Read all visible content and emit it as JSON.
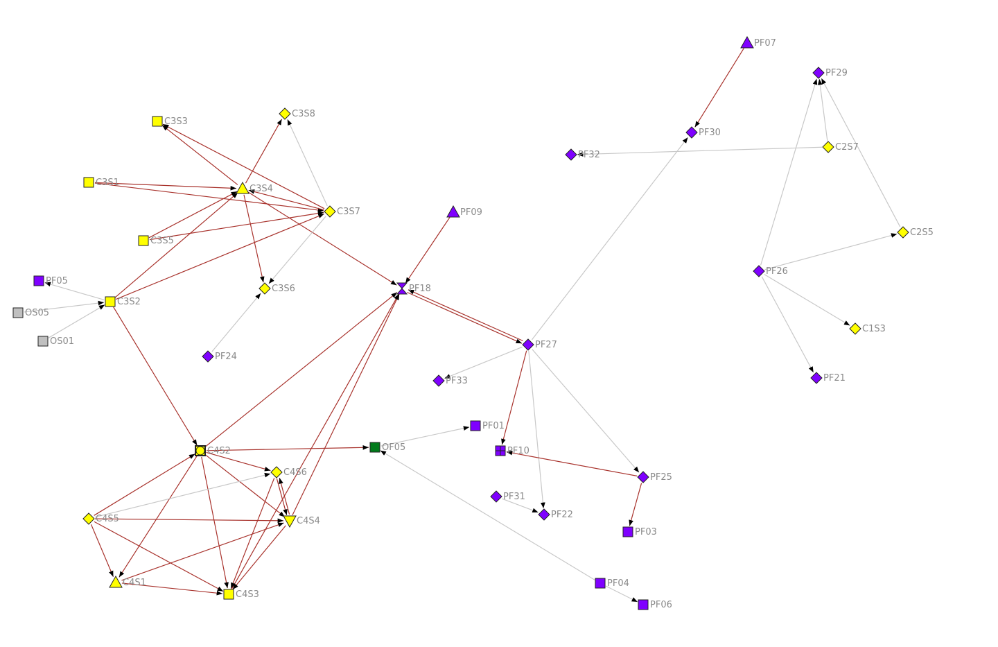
{
  "graph": {
    "colors": {
      "yellow": "#ffff00",
      "purple": "#7f00ff",
      "gray": "#c0c0c0",
      "green": "#007a1a",
      "edge_red": "#a8322c",
      "edge_gray": "#c8c8c8",
      "label": "#8a8a8a"
    },
    "nodes": [
      {
        "id": "PF07",
        "label": "PF07",
        "shape": "triangle",
        "color": "purple"
      },
      {
        "id": "PF29",
        "label": "PF29",
        "shape": "diamond",
        "color": "purple"
      },
      {
        "id": "PF30",
        "label": "PF30",
        "shape": "diamond",
        "color": "purple"
      },
      {
        "id": "C2S7",
        "label": "C2S7",
        "shape": "diamond",
        "color": "yellow"
      },
      {
        "id": "PF32",
        "label": "PF32",
        "shape": "diamond",
        "color": "purple"
      },
      {
        "id": "C2S5",
        "label": "C2S5",
        "shape": "diamond",
        "color": "yellow"
      },
      {
        "id": "PF26",
        "label": "PF26",
        "shape": "diamond",
        "color": "purple"
      },
      {
        "id": "C1S3",
        "label": "C1S3",
        "shape": "diamond",
        "color": "yellow"
      },
      {
        "id": "PF21",
        "label": "PF21",
        "shape": "diamond",
        "color": "purple"
      },
      {
        "id": "PF09",
        "label": "PF09",
        "shape": "triangle",
        "color": "purple"
      },
      {
        "id": "PF18",
        "label": "PF18",
        "shape": "hourglass",
        "color": "purple"
      },
      {
        "id": "PF27",
        "label": "PF27",
        "shape": "diamond",
        "color": "purple"
      },
      {
        "id": "PF33",
        "label": "PF33",
        "shape": "diamond",
        "color": "purple"
      },
      {
        "id": "PF01",
        "label": "PF01",
        "shape": "square",
        "color": "purple"
      },
      {
        "id": "PF10",
        "label": "PF10",
        "shape": "gridsquare",
        "color": "purple"
      },
      {
        "id": "PF25",
        "label": "PF25",
        "shape": "diamond",
        "color": "purple"
      },
      {
        "id": "PF31",
        "label": "PF31",
        "shape": "diamond",
        "color": "purple"
      },
      {
        "id": "PF22",
        "label": "PF22",
        "shape": "diamond",
        "color": "purple"
      },
      {
        "id": "PF03",
        "label": "PF03",
        "shape": "square",
        "color": "purple"
      },
      {
        "id": "PF04",
        "label": "PF04",
        "shape": "square",
        "color": "purple"
      },
      {
        "id": "PF06",
        "label": "PF06",
        "shape": "square",
        "color": "purple"
      },
      {
        "id": "OF05",
        "label": "OF05",
        "shape": "square",
        "color": "green"
      },
      {
        "id": "C3S3",
        "label": "C3S3",
        "shape": "square",
        "color": "yellow"
      },
      {
        "id": "C3S8",
        "label": "C3S8",
        "shape": "diamond",
        "color": "yellow"
      },
      {
        "id": "C3S1",
        "label": "C3S1",
        "shape": "square",
        "color": "yellow"
      },
      {
        "id": "C3S4",
        "label": "C3S4",
        "shape": "triangle",
        "color": "yellow"
      },
      {
        "id": "C3S7",
        "label": "C3S7",
        "shape": "diamond",
        "color": "yellow"
      },
      {
        "id": "C3S5",
        "label": "C3S5",
        "shape": "square",
        "color": "yellow"
      },
      {
        "id": "C3S6",
        "label": "C3S6",
        "shape": "diamond",
        "color": "yellow"
      },
      {
        "id": "C3S2",
        "label": "C3S2",
        "shape": "square",
        "color": "yellow"
      },
      {
        "id": "PF05",
        "label": "PF05",
        "shape": "square",
        "color": "purple"
      },
      {
        "id": "OS05",
        "label": "OS05",
        "shape": "square",
        "color": "gray"
      },
      {
        "id": "OS01",
        "label": "OS01",
        "shape": "square",
        "color": "gray"
      },
      {
        "id": "PF24",
        "label": "PF24",
        "shape": "diamond",
        "color": "purple"
      },
      {
        "id": "C4S2",
        "label": "C4S2",
        "shape": "circlesquare",
        "color": "yellow"
      },
      {
        "id": "C4S6",
        "label": "C4S6",
        "shape": "diamond",
        "color": "yellow"
      },
      {
        "id": "C4S5",
        "label": "C4S5",
        "shape": "diamond",
        "color": "yellow"
      },
      {
        "id": "C4S4",
        "label": "C4S4",
        "shape": "downtriangle",
        "color": "yellow"
      },
      {
        "id": "C4S1",
        "label": "C4S1",
        "shape": "triangle",
        "color": "yellow"
      },
      {
        "id": "C4S3",
        "label": "C4S3",
        "shape": "square",
        "color": "yellow"
      }
    ],
    "edges": [
      [
        "PF07",
        "PF30",
        "red"
      ],
      [
        "C2S7",
        "PF29",
        "gray"
      ],
      [
        "PF26",
        "PF29",
        "gray"
      ],
      [
        "C2S7",
        "PF32",
        "gray"
      ],
      [
        "C2S5",
        "PF29",
        "gray"
      ],
      [
        "PF26",
        "C2S5",
        "gray"
      ],
      [
        "PF26",
        "C1S3",
        "gray"
      ],
      [
        "PF26",
        "PF21",
        "gray"
      ],
      [
        "PF27",
        "PF30",
        "gray"
      ],
      [
        "PF09",
        "PF18",
        "red"
      ],
      [
        "PF27",
        "PF18",
        "red"
      ],
      [
        "PF18",
        "PF27",
        "red"
      ],
      [
        "C3S4",
        "PF18",
        "red"
      ],
      [
        "C4S2",
        "PF18",
        "red"
      ],
      [
        "C4S4",
        "PF18",
        "red"
      ],
      [
        "C4S3",
        "PF18",
        "red"
      ],
      [
        "PF27",
        "PF33",
        "gray"
      ],
      [
        "PF27",
        "PF10",
        "red"
      ],
      [
        "PF27",
        "PF22",
        "gray"
      ],
      [
        "PF27",
        "PF25",
        "gray"
      ],
      [
        "PF25",
        "PF10",
        "red"
      ],
      [
        "PF25",
        "PF03",
        "red"
      ],
      [
        "PF31",
        "PF22",
        "gray"
      ],
      [
        "OF05",
        "PF01",
        "gray"
      ],
      [
        "PF04",
        "OF05",
        "gray"
      ],
      [
        "PF04",
        "PF06",
        "gray"
      ],
      [
        "C4S2",
        "OF05",
        "red"
      ],
      [
        "C3S2",
        "C4S2",
        "red"
      ],
      [
        "C3S2",
        "PF05",
        "gray"
      ],
      [
        "OS05",
        "C3S2",
        "gray"
      ],
      [
        "OS01",
        "C3S2",
        "gray"
      ],
      [
        "C3S2",
        "C3S4",
        "red"
      ],
      [
        "C3S2",
        "C3S7",
        "red"
      ],
      [
        "C3S4",
        "C3S8",
        "red"
      ],
      [
        "C3S7",
        "C3S8",
        "gray"
      ],
      [
        "C3S4",
        "C3S3",
        "red"
      ],
      [
        "C3S7",
        "C3S3",
        "red"
      ],
      [
        "C3S1",
        "C3S4",
        "red"
      ],
      [
        "C3S1",
        "C3S7",
        "red"
      ],
      [
        "C3S5",
        "C3S4",
        "red"
      ],
      [
        "C3S5",
        "C3S7",
        "red"
      ],
      [
        "C3S7",
        "C3S4",
        "red"
      ],
      [
        "C3S4",
        "C3S6",
        "red"
      ],
      [
        "C3S7",
        "C3S6",
        "gray"
      ],
      [
        "PF24",
        "C3S6",
        "gray"
      ],
      [
        "C4S2",
        "C4S6",
        "red"
      ],
      [
        "C4S2",
        "C4S4",
        "red"
      ],
      [
        "C4S2",
        "C4S3",
        "red"
      ],
      [
        "C4S2",
        "C4S1",
        "red"
      ],
      [
        "C4S5",
        "C4S2",
        "red"
      ],
      [
        "C4S5",
        "C4S6",
        "gray"
      ],
      [
        "C4S5",
        "C4S4",
        "red"
      ],
      [
        "C4S5",
        "C4S1",
        "red"
      ],
      [
        "C4S5",
        "C4S3",
        "red"
      ],
      [
        "C4S6",
        "C4S4",
        "red"
      ],
      [
        "C4S4",
        "C4S6",
        "red"
      ],
      [
        "C4S1",
        "C4S4",
        "red"
      ],
      [
        "C4S1",
        "C4S3",
        "red"
      ],
      [
        "C4S6",
        "C4S3",
        "red"
      ],
      [
        "C4S4",
        "C4S3",
        "red"
      ]
    ]
  }
}
